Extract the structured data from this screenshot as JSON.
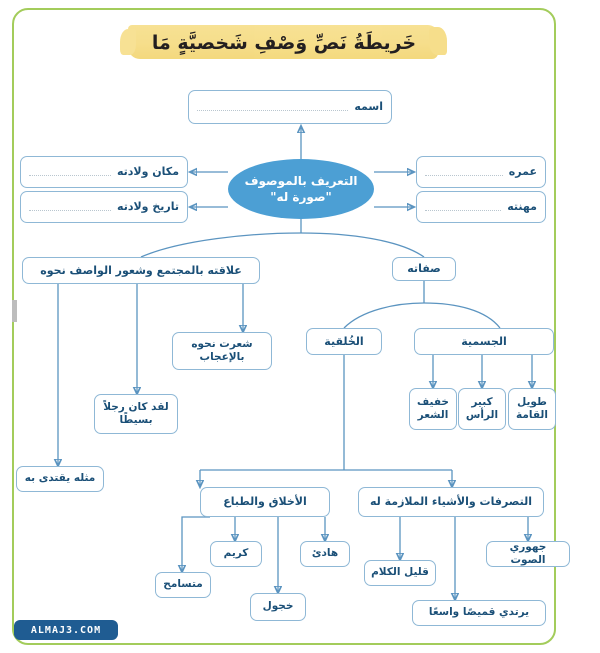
{
  "page": {
    "title": "خَريطَةُ نَصِّ وَصْفِ شَخصيَّةٍ مَا",
    "frame_color": "#a3cc5b",
    "node_border_color": "#8fb8d6",
    "node_text_color": "#1a4f77",
    "connector_color": "#5b94c0",
    "highlight_color": "#f6dd85",
    "oval_color": "#4c9fd4"
  },
  "watermark": {
    "text": "ALMAJ3.COM"
  },
  "center": {
    "line1": "التعريف بالموصوف",
    "line2": "\"صورة له\""
  },
  "identity_fields": [
    {
      "label": "اسمه"
    },
    {
      "label": "عمره"
    },
    {
      "label": "مهنته"
    },
    {
      "label": "مكان ولادته"
    },
    {
      "label": "تاريخ ولادته"
    }
  ],
  "branches": {
    "society": {
      "label": "علاقته بالمجتمع وشعور الواصف نحوه",
      "children": [
        {
          "label": "شعرت نحوه بالإعجاب"
        },
        {
          "label": "لقد كان رجلاً بسيطًا"
        },
        {
          "label": "مثله يقتدى به"
        }
      ]
    },
    "traits": {
      "label": "صفاته",
      "moral": {
        "label": "الخُلقية",
        "groups": [
          {
            "label": "الأخلاق والطباع",
            "children": [
              {
                "label": "هادئ"
              },
              {
                "label": "خجول"
              },
              {
                "label": "كريم"
              },
              {
                "label": "متسامح"
              }
            ]
          },
          {
            "label": "التصرفات والأشياء الملازمة له",
            "children": [
              {
                "label": "جهوري الصوت"
              },
              {
                "label": "يرتدي قميصًا واسعًا"
              },
              {
                "label": "قليل الكلام"
              }
            ]
          }
        ]
      },
      "physical": {
        "label": "الجسمية",
        "children": [
          {
            "label": "طويل القامة"
          },
          {
            "label": "كبير الرأس"
          },
          {
            "label": "خفيف الشعر"
          }
        ]
      }
    }
  }
}
